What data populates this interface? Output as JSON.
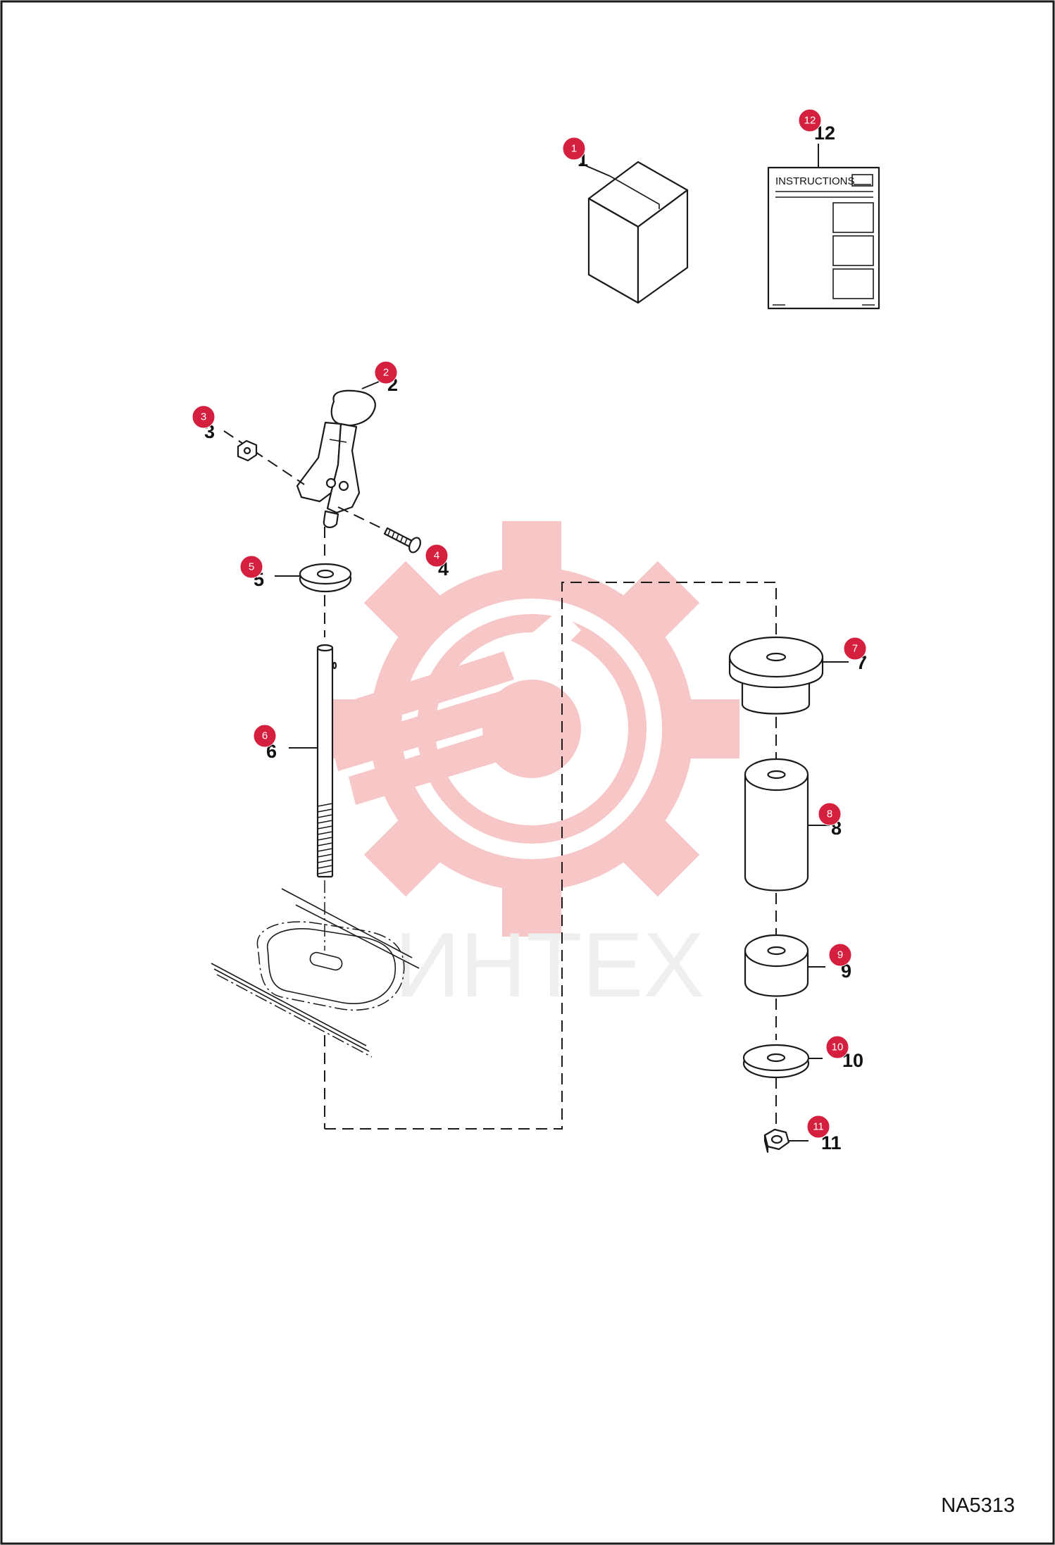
{
  "figure_code": "NA5313",
  "instructions_label": "INSTRUCTIONS",
  "watermark_text": "ИНТЕХ",
  "colors": {
    "badge": "#d41f3f",
    "watermark": "#f4b8b8",
    "line": "#1a1a1a"
  },
  "parts": [
    {
      "id": 1,
      "callout": "1",
      "badge": "1",
      "depicts": "box"
    },
    {
      "id": 2,
      "callout": "2",
      "badge": "2",
      "depicts": "latch"
    },
    {
      "id": 3,
      "callout": "3",
      "badge": "3",
      "depicts": "nut"
    },
    {
      "id": 4,
      "callout": "4",
      "badge": "4",
      "depicts": "bolt"
    },
    {
      "id": 5,
      "callout": "5",
      "badge": "5",
      "depicts": "washer"
    },
    {
      "id": 6,
      "callout": "6",
      "badge": "6",
      "depicts": "rod"
    },
    {
      "id": 7,
      "callout": "7",
      "badge": "7",
      "depicts": "flanged-bushing"
    },
    {
      "id": 8,
      "callout": "8",
      "badge": "8",
      "depicts": "sleeve"
    },
    {
      "id": 9,
      "callout": "9",
      "badge": "9",
      "depicts": "spacer"
    },
    {
      "id": 10,
      "callout": "10",
      "badge": "10",
      "depicts": "washer"
    },
    {
      "id": 11,
      "callout": "11",
      "badge": "11",
      "depicts": "lock-nut"
    },
    {
      "id": 12,
      "callout": "12",
      "badge": "12",
      "depicts": "instructions-sheet"
    }
  ]
}
